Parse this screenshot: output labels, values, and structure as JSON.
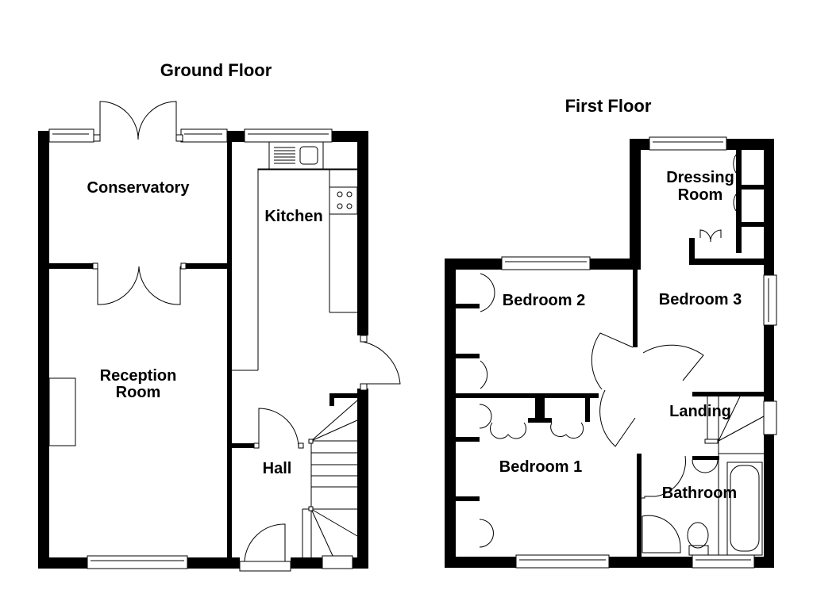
{
  "floors": [
    {
      "title": "Ground Floor",
      "rooms": {
        "conservatory": "Conservatory",
        "kitchen": "Kitchen",
        "reception_line1": "Reception",
        "reception_line2": "Room",
        "hall": "Hall"
      }
    },
    {
      "title": "First Floor",
      "rooms": {
        "dressing_line1": "Dressing",
        "dressing_line2": "Room",
        "bedroom2": "Bedroom 2",
        "bedroom3": "Bedroom 3",
        "landing": "Landing",
        "bedroom1": "Bedroom 1",
        "bathroom": "Bathroom"
      }
    }
  ],
  "colors": {
    "wall": "#000000",
    "background": "#ffffff",
    "line": "#000000"
  }
}
